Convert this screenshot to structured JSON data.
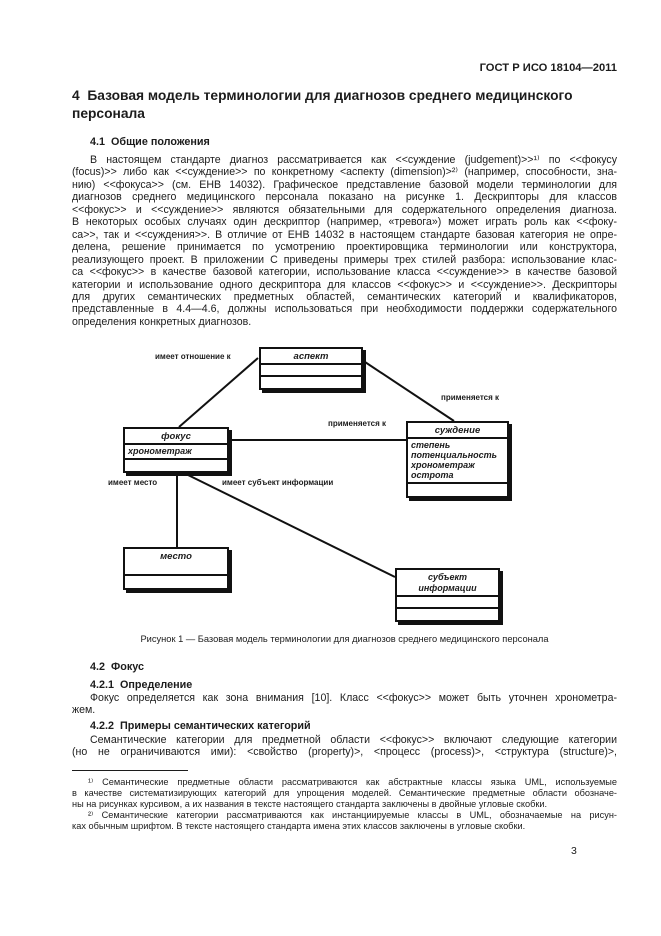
{
  "page": {
    "running_head": "ГОСТ Р ИСО 18104—2011",
    "page_number": "3"
  },
  "colors": {
    "ink": "#1c1c1c",
    "paper": "#ffffff"
  },
  "section4": {
    "heading_lines": [
      "4  Базовая модель терминологии для диагнозов среднего медицинского",
      "персонала"
    ],
    "sub41": {
      "heading": "4.1  Общие положения",
      "para_lines": [
        "В настоящем стандарте диагноз рассматривается как <<суждение (judgement)>>¹⁾ по <<фокусу",
        "(focus)>> либо как <<суждение>> по конкретному <аспекту (dimension)>²⁾ (например, способности, зна-",
        "нию) <<фокуса>> (см. ЕНВ 14032). Графическое представление базовой модели терминологии для",
        "диагнозов среднего медицинского персонала показано на рисунке 1. Дескрипторы для классов",
        "<<фокус>> и <<суждение>> являются обязательными для содержательного определения диагноза.",
        "В некоторых особых случаях один дескриптор (например, «тревога») может играть роль как <<фоку-",
        "са>>, так и <<суждения>>. В отличие от ЕНВ 14032 в настоящем стандарте базовая категория не опре-",
        "делена, решение принимается по усмотрению проектировщика терминологии или конструктора,",
        "реализующего проект. В приложении С приведены примеры трех стилей разбора: использование клас-",
        "са <<фокус>> в качестве базовой категории, использование класса <<суждение>> в качестве базовой",
        "категории и использование одного дескриптора для классов <<фокус>> и <<суждение>>. Дескрипторы",
        "для других семантических предметных областей, семантических категорий и квалификаторов,",
        "представленные в 4.4—4.6, должны использоваться при необходимости поддержки содержательного",
        "определения конкретных диагнозов."
      ]
    }
  },
  "figure": {
    "caption": "Рисунок 1 — Базовая модель терминологии для диагнозов среднего медицинского персонала",
    "classes": {
      "aspect": {
        "title": "аспект"
      },
      "focus": {
        "title": "фокус",
        "attributes": [
          "хронометраж"
        ]
      },
      "judgement": {
        "title": "суждение",
        "attributes": [
          "степень",
          "потенциальность",
          "хронометраж",
          "острота"
        ]
      },
      "site": {
        "title": "место"
      },
      "subject": {
        "title": "субъект информации"
      }
    },
    "edge_labels": {
      "has_relation": "имеет отношение к",
      "applies_to_top": "применяется к",
      "applies_to_mid": "применяется к",
      "has_site": "имеет место",
      "has_subject": "имеет субъект информации"
    }
  },
  "sub42": {
    "heading": "4.2  Фокус",
    "sub421": {
      "heading": "4.2.1  Определение",
      "para_lines": [
        "Фокус определяется как зона внимания [10]. Класс <<фокус>> может быть уточнен хронометра-",
        "жем."
      ]
    },
    "sub422": {
      "heading": "4.2.2  Примеры семантических категорий",
      "para_lines": [
        "Семантические категории для предметной области <<фокус>> включают следующие категории",
        "(но не ограничиваются ими): <свойство (property)>, <процесс (process)>, <структура (structure)>,"
      ]
    }
  },
  "footnotes": {
    "fn1_lines": [
      "¹⁾ Семантические предметные области рассматриваются как абстрактные классы языка UML, используемые",
      "в качестве систематизирующих категорий для упрощения моделей. Семантические предметные области обозначе-",
      "ны на рисунках курсивом, а их названия в тексте настоящего стандарта заключены в двойные угловые скобки.",
      "²⁾ Семантические категории рассматриваются как инстанциируемые классы в UML, обозначаемые на рисун-",
      "ках обычным шрифтом. В тексте настоящего стандарта имена этих классов заключены в угловые скобки."
    ]
  }
}
